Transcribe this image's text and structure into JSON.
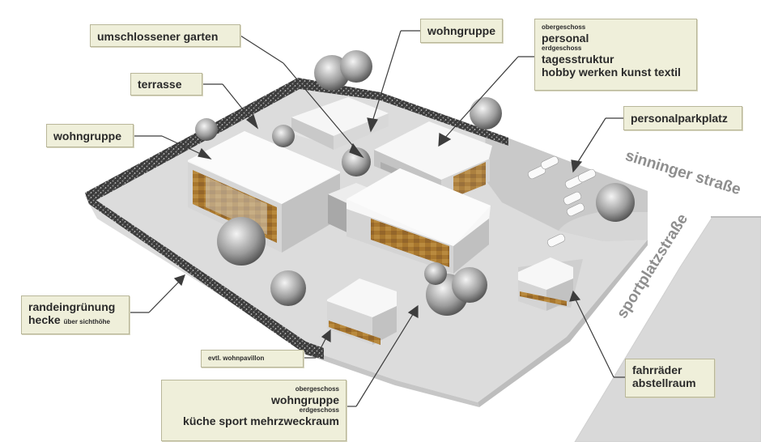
{
  "labels": {
    "umschlossener_garten": "umschlossener garten",
    "wohngruppe_top": "wohngruppe",
    "terrasse": "terrasse",
    "wohngruppe_left": "wohngruppe",
    "obergeschoss_1": "obergeschoss",
    "personal": "personal",
    "erdgeschoss_1": "erdgeschoss",
    "tagesstruktur": "tagesstruktur",
    "hobby": "hobby werken kunst textil",
    "personalparkplatz": "personalparkplatz",
    "randeingruenung": "randeingrünung",
    "hecke": "hecke",
    "ueber_sichthoehe": "über sichthöhe",
    "wohnpavillon": "evtl. wohnpavillon",
    "obergeschoss_2": "obergeschoss",
    "wohngruppe_bottom": "wohngruppe",
    "erdgeschoss_2": "erdgeschoss",
    "kueche": "küche sport mehrzweckraum",
    "fahrraeder": "fahrräder",
    "abstellraum": "abstellraum"
  },
  "streets": {
    "sinninger": "sinninger straße",
    "sportplatz": "sportplatzstraße"
  },
  "colors": {
    "label_bg": "#efefda",
    "hedge": "#3a3a3a",
    "roof": "#f4f4f4",
    "wood": "#a9782f",
    "street_text": "#8e8e8e"
  }
}
